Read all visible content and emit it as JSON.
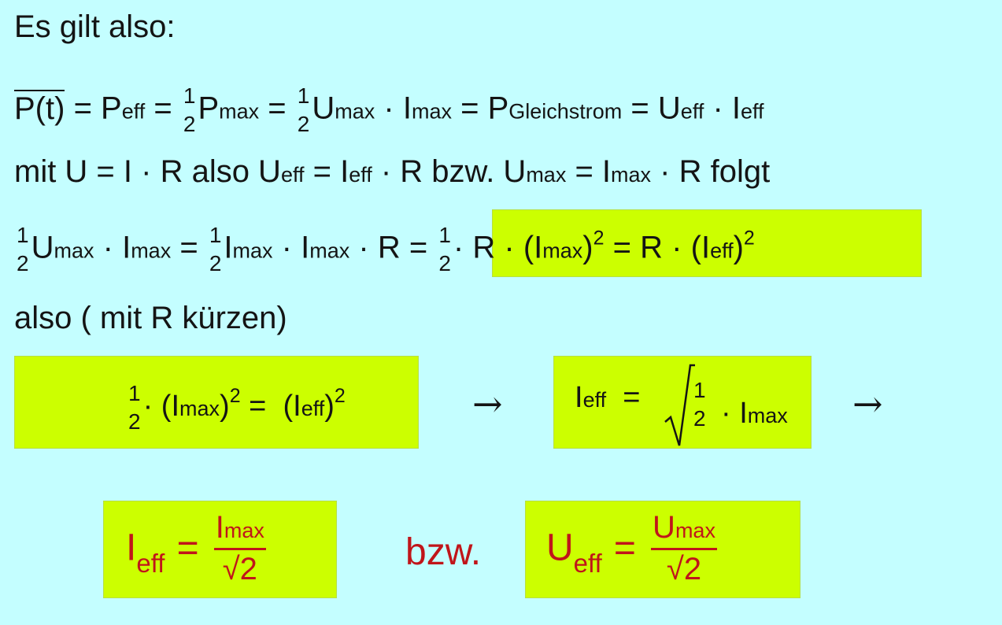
{
  "text": {
    "heading": "Es gilt also:",
    "line2": {
      "p_of_t": "P(t)",
      "eq": "=",
      "P": "P",
      "eff": "eff",
      "one": "1",
      "two": "2",
      "max": "max",
      "U": "U",
      "I": "I",
      "dot": "·",
      "gleichstrom": "Gleichstrom"
    },
    "line3": {
      "part1": "mit  U = I · R   also  U",
      "part2": " = I",
      "part3": " · R  bzw. U",
      "part4": " = I",
      "part5": " · R  folgt",
      "eff": "eff",
      "max": "max"
    },
    "line4": {
      "U": "U",
      "I": "I",
      "R": "R",
      "dot": "·",
      "eq": "=",
      "max": "max",
      "eff": "eff",
      "one": "1",
      "two": "2",
      "sq": "2",
      "open": "(",
      "close": ")"
    },
    "line5": "also ( mit R kürzen)",
    "box1": {
      "I": "I",
      "max": "max",
      "eff": "eff",
      "one": "1",
      "two": "2",
      "sq": "2",
      "eq": "=",
      "dot": "·",
      "open": "(",
      "close": ")"
    },
    "arrow": "→",
    "box2": {
      "I": "I",
      "eff": "eff",
      "eq": "=",
      "one": "1",
      "two": "2",
      "dot": "·",
      "max": "max"
    },
    "result1": {
      "I": "I",
      "eff": "eff",
      "eq": "=",
      "num_I": "I",
      "max": "max",
      "den": "√2"
    },
    "bzw": "bzw.",
    "result2": {
      "U": "U",
      "eff": "eff",
      "eq": "=",
      "num_U": "U",
      "max": "max",
      "den": "√2"
    }
  },
  "colors": {
    "background": "#c4feff",
    "highlight": "#ccff00",
    "text": "#141414",
    "result": "#c0151a"
  }
}
